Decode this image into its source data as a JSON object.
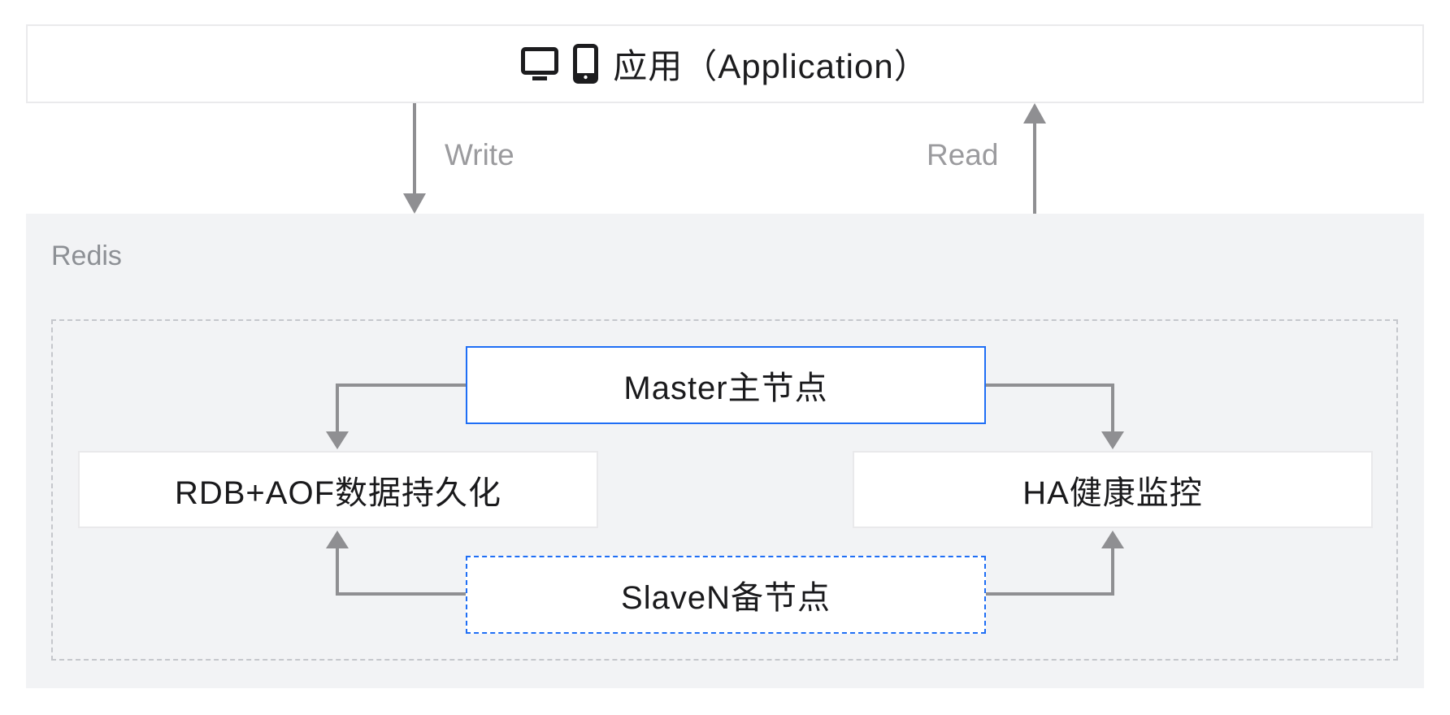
{
  "application": {
    "label": "应用（Application）",
    "icons": [
      "monitor-icon",
      "smartphone-icon"
    ]
  },
  "edges": {
    "write_label": "Write",
    "read_label": "Read"
  },
  "redis": {
    "label": "Redis",
    "nodes": {
      "master": {
        "label": "Master主节点",
        "border_style": "solid-blue"
      },
      "persistence": {
        "label": "RDB+AOF数据持久化",
        "border_style": "plain"
      },
      "ha": {
        "label": "HA健康监控",
        "border_style": "plain"
      },
      "slave": {
        "label": "SlaveN备节点",
        "border_style": "dashed-blue"
      }
    },
    "connections": [
      "application -> master (Write)",
      "master -> application (Read)",
      "master -> persistence",
      "master -> ha",
      "slave -> persistence",
      "slave -> ha"
    ]
  },
  "colors": {
    "accent_blue": "#1f6ef5",
    "panel_background": "#f2f3f5",
    "arrow_gray": "#8f8f92",
    "muted_text": "#9b9b9e",
    "node_text": "#1a1a1c",
    "light_border": "#e9e9eb",
    "dashed_border": "#c5c7cc"
  }
}
